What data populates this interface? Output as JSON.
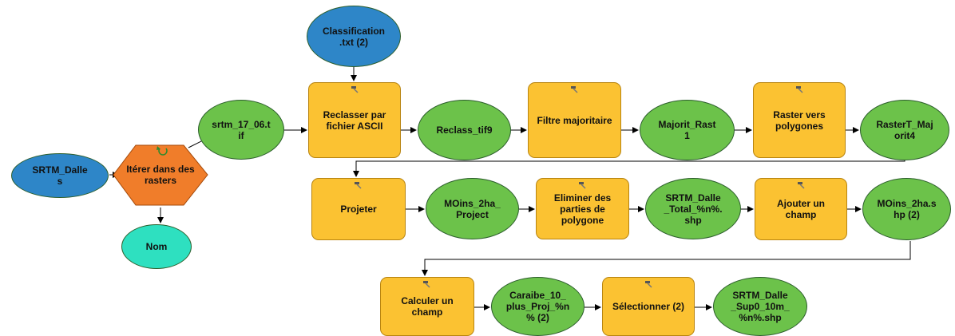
{
  "nodes": {
    "srtm_dalles": "SRTM_Dalle\ns",
    "iterer": "Itérer dans des\nrasters",
    "nom": "Nom",
    "srtm_tif": "srtm_17_06.t\nif",
    "classification": "Classification\n.txt (2)",
    "reclasser": "Reclasser par\nfichier ASCII",
    "reclass_tif9": "Reclass_tif9",
    "filtre": "Filtre majoritaire",
    "majorit_rast": "Majorit_Rast\n1",
    "raster_vers": "Raster vers\npolygones",
    "rastert": "RasterT_Maj\norit4",
    "projeter": "Projeter",
    "moins_project": "MOins_2ha_\nProject",
    "eliminer": "Eliminer des\nparties de\npolygone",
    "srtm_total": "SRTM_Dalle\n_Total_%n%.\nshp",
    "ajouter": "Ajouter un\nchamp",
    "moins_shp": "MOins_2ha.s\nhp (2)",
    "calculer": "Calculer un\nchamp",
    "caraibe": "Caraibe_10_\nplus_Proj_%n\n% (2)",
    "selectionner": "Sélectionner (2)",
    "srtm_sup": "SRTM_Dalle\n_Sup0_10m_\n%n%.shp"
  },
  "colors": {
    "input": "#2e86c8",
    "data": "#6cc24a",
    "tool": "#fbc232",
    "iterator": "#f07d2a",
    "nom": "#2ee0c0"
  }
}
